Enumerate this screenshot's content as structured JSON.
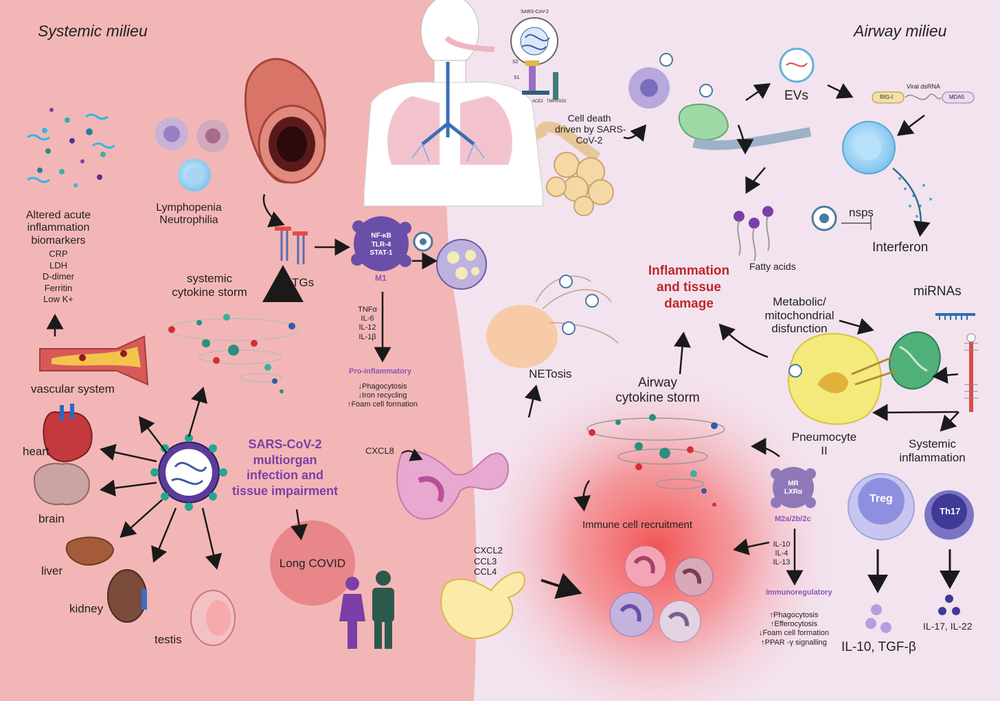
{
  "headers": {
    "systemic": "Systemic milieu",
    "airway": "Airway milieu"
  },
  "colors": {
    "systemic_bg": "#f3b8b8",
    "airway_bg": "#f2e2ef",
    "accent_purple": "#7a3fa8",
    "accent_red": "#c0262a"
  },
  "systemic": {
    "biomarkers_title": [
      "Altered acute",
      "inflammation",
      "biomarkers"
    ],
    "biomarkers_list": [
      "CRP",
      "LDH",
      "D-dimer",
      "Ferritin",
      "Low K+"
    ],
    "lymphopenia": [
      "Lymphopenia",
      "Neutrophilia"
    ],
    "tgs": "TGs",
    "cytokine_storm": [
      "systemic",
      "cytokine storm"
    ],
    "vascular": "vascular system",
    "organs": {
      "heart": "heart",
      "brain": "brain",
      "liver": "liver",
      "kidney": "kidney",
      "testis": "testis"
    },
    "main_title": [
      "SARS-CoV-2",
      "multiorgan",
      "infection and",
      "tissue impairment"
    ],
    "long_covid": "Long COVID",
    "m1_markers": [
      "NF-κB",
      "TLR-4",
      "STAT-1"
    ],
    "m1": "M1",
    "m1_cytokines": [
      "TNFα",
      "IL-6",
      "IL-12",
      "IL-1β"
    ],
    "pro_inflammatory": "Pro-inflammatory",
    "pro_effects": [
      "↓Phagocytosis",
      "↓Iron recycling",
      "↑Foam cell formation"
    ],
    "cxcl8": "CXCL8"
  },
  "virus_detail": {
    "label": "SARS-CoV-2",
    "s2": "S2",
    "s1": "S1",
    "ace2": "ACE2",
    "tmprss2": "TMPRSS2"
  },
  "airway": {
    "cell_death": [
      "Cell death",
      "driven by SARS-",
      "CoV-2"
    ],
    "evs": "EVs",
    "viral_dsrna": "Viral dsRNA",
    "rigi": "RIG-I",
    "mda5": "MDA5",
    "nsps": "nsps",
    "interferon": "Interferon",
    "fatty_acids": "Fatty acids",
    "inflammation": [
      "Inflammation",
      "and tissue",
      "damage"
    ],
    "mirnas": "miRNAs",
    "metabolic": [
      "Metabolic/",
      "mitochondrial",
      "disfunction"
    ],
    "netosis": "NETosis",
    "airway_storm": [
      "Airway",
      "cytokine storm"
    ],
    "pneumocyte": [
      "Pneumocyte",
      "II"
    ],
    "systemic_inflammation": [
      "Systemic",
      "inflammation"
    ],
    "immune_recruitment": "Immune cell recruitment",
    "m2_markers": [
      "MR",
      "LXRα"
    ],
    "m2": "M2a/2b/2c",
    "m2_cytokines": [
      "IL-10",
      "IL-4",
      "IL-13"
    ],
    "immunoregulatory": "Immunoregulatory",
    "m2_effects": [
      "↑Phagocytosis",
      "↑Efferocytosis",
      "↓Foam cell formation",
      "↑PPAR -γ signalling"
    ],
    "chemokines": [
      "CXCL2",
      "CCL3",
      "CCL4"
    ],
    "treg": "Treg",
    "th17": "Th17",
    "treg_out": "IL-10, TGF-β",
    "th17_out": "IL-17, IL-22"
  }
}
